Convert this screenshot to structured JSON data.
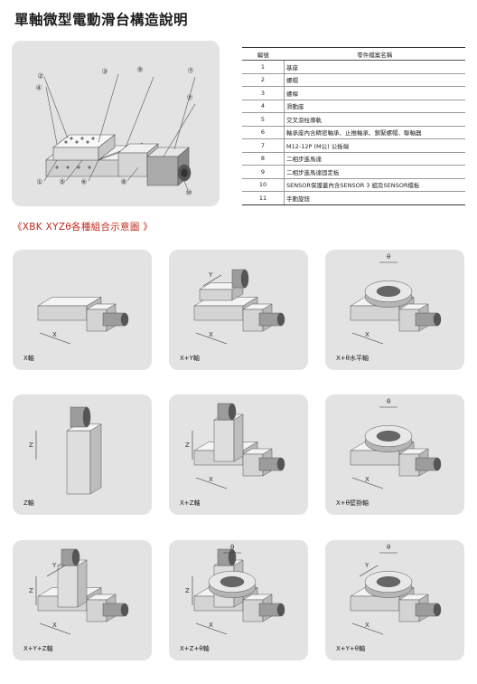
{
  "page_title": "單軸微型電動滑台構造說明",
  "diagram_callouts": [
    "①",
    "②",
    "③",
    "④",
    "⑤",
    "⑥",
    "⑦",
    "⑧",
    "⑨",
    "⑩",
    "⑪"
  ],
  "parts_table": {
    "headers": [
      "編號",
      "零件檔案名稱"
    ],
    "rows": [
      {
        "no": "1",
        "name": "基座"
      },
      {
        "no": "2",
        "name": "螺帽"
      },
      {
        "no": "3",
        "name": "螺桿"
      },
      {
        "no": "4",
        "name": "滑動座"
      },
      {
        "no": "5",
        "name": "交叉滾柱導軌"
      },
      {
        "no": "6",
        "name": "軸承座內含精密軸承、止推軸承、鎖緊螺帽、聯軸器"
      },
      {
        "no": "7",
        "name": " M12-12P (M公) 公板端"
      },
      {
        "no": "8",
        "name": "二相步進馬達"
      },
      {
        "no": "9",
        "name": "二相步進馬達固定板"
      },
      {
        "no": "10",
        "name": "SENSOR保護蓋內含SENSOR 3  組及SENSOR檔板"
      },
      {
        "no": "11",
        "name": "手動旋鈕"
      }
    ]
  },
  "section_title": "《XBK  XYZθ各種組合示意圖 》",
  "configurations": [
    {
      "label": "X軸",
      "axes": [
        "X"
      ]
    },
    {
      "label": "X+Y軸",
      "axes": [
        "X",
        "Y"
      ]
    },
    {
      "label": "X+θ水平軸",
      "axes": [
        "X",
        "θ"
      ]
    },
    {
      "label": "Z軸",
      "axes": [
        "Z"
      ]
    },
    {
      "label": "X+Z軸",
      "axes": [
        "Z",
        "X"
      ]
    },
    {
      "label": "X+θ壁掛軸",
      "axes": [
        "θ",
        "X"
      ]
    },
    {
      "label": "X+Y+Z軸",
      "axes": [
        "Z",
        "Y",
        "X"
      ]
    },
    {
      "label": "X+Z+θ軸",
      "axes": [
        "Z",
        "θ",
        "X"
      ]
    },
    {
      "label": "X+Y+θ軸",
      "axes": [
        "θ",
        "Y",
        "X"
      ]
    }
  ]
}
